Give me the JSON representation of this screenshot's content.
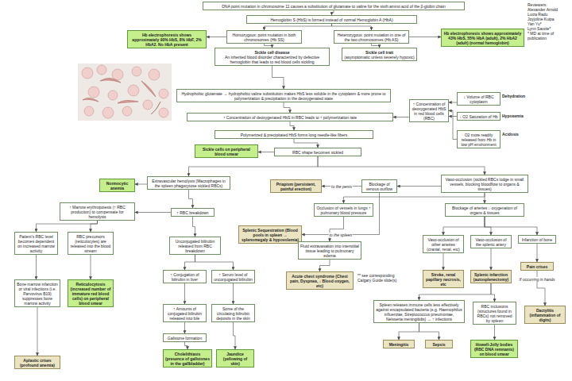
{
  "diagram": {
    "nodes": [
      {
        "text": [
          "DNA point mutation in chromosome 11 causes a substitution of glutamate to valine for the sixth amino acid of the β-globin chain"
        ]
      },
      {
        "text": [
          "Hemoglobin S (HbS) is formed instead of normal Hemoglobin A (HbA)"
        ]
      },
      {
        "text": [
          "Hb electrophoresis shows approximately 90% HbS, 8% HbF, 2% HbA2. No HbA present"
        ]
      },
      {
        "text": [
          "Homozygous: point mutation in both chromosomes (Hb SS)"
        ]
      },
      {
        "text": [
          "Heterozygous: point mutation in one of the two chromosomes (Hb AS)"
        ]
      },
      {
        "text": [
          "Hb electrophoresis shows approximately 43% HbS, 55% HbA (adult), 2% HbA2 (adult) (normal hemoglobin)"
        ]
      },
      {
        "text": [
          "Sickle cell disease",
          "An inherited blood disorder characterized by defective hemoglobin that leads to red blood cells sickling"
        ]
      },
      {
        "text": [
          "Sickle cell trait",
          "(asymptomatic unless severely hypoxic)"
        ]
      },
      {
        "text": [
          "Hydrophobic glutamate → hydrophobic valine substitution makes HbS less soluble in the cytoplasm & more prone to polymerization & precipitation in the deoxygenated state"
        ]
      },
      {
        "text": [
          "Dehydration",
          "↓ Volume of RBC cytoplasm"
        ]
      },
      {
        "text": [
          "↑ Concentration of deoxygenated HbS in red blood cells (RBC)"
        ]
      },
      {
        "text": [
          "Hypoxemia",
          "↓ O2 Saturation of Hb"
        ]
      },
      {
        "text": [
          "↑ Concentration of deoxygenated HbS in RBC leads to ↑ polymerization rate"
        ]
      },
      {
        "text": [
          "Acidosis",
          "O2 more readily released from Hb in low pH environment"
        ]
      },
      {
        "text": [
          "Polymerized & precipitated HbS forms long needle-like fibers"
        ]
      },
      {
        "text": [
          "Sickle cells on peripheral blood smear"
        ]
      },
      {
        "text": [
          "RBC shape becomes sickled"
        ]
      },
      {
        "text": [
          "Normocytic anemia"
        ]
      },
      {
        "text": [
          "Extravascular hemolysis (Macrophages in the spleen phagocytose sickled RBCs)"
        ]
      },
      {
        "text": [
          "Priapism (persistent, painful erection)"
        ]
      },
      {
        "text": [
          "Blockage of venous outflow"
        ]
      },
      {
        "text": [
          "Vaso-occlusion (sickled RBCs lodge in small vessels, blocking bloodflow to organs & tissues)"
        ]
      },
      {
        "text": [
          "Occlusion of vessels in lungs ↑ pulmonary blood pressure"
        ]
      },
      {
        "text": [
          "Blockage of arteries ↓ oxygenation of organs & tissues"
        ]
      },
      {
        "text": [
          "↑ Marrow erythropoiesis (↑ RBC production) to compensate for hemolysis"
        ]
      },
      {
        "text": [
          "↑ RBC breakdown"
        ]
      },
      {
        "text": [
          "Splenic Sequestration (Blood pools in spleen → splenomegaly & hypovolemia)"
        ]
      },
      {
        "text": [
          "Patient's RBC level becomes dependent on increased marrow activity"
        ]
      },
      {
        "text": [
          "RBC precursors (reticulocytes) are released into the blood stream"
        ]
      },
      {
        "text": [
          "Unconjugated bilirubin released from RBC breakdown"
        ]
      },
      {
        "text": [
          "Fluid extravasation into interstitial tissue leading to pulmonary edema"
        ]
      },
      {
        "text": [
          "Vaso-occlusion of other arteries (cranial, renal, etc)"
        ]
      },
      {
        "text": [
          "Vaso-occlusion of the splenic artery"
        ]
      },
      {
        "text": [
          "Infarction of bone"
        ]
      },
      {
        "text": [
          "Pain crises"
        ]
      },
      {
        "text": [
          "↑ Conjugation of bilirubin in liver"
        ]
      },
      {
        "text": [
          "↑ Serum level of unconjugated bilirubin"
        ]
      },
      {
        "text": [
          "Acute chest syndrome (Chest pain, Dyspnea, ↓ Blood oxygen, etc)"
        ]
      },
      {
        "text": [
          "Stroke, renal papillary necrosis, etc"
        ]
      },
      {
        "text": [
          "Splenic infarction (autosplenectomy)"
        ]
      },
      {
        "text": [
          "Bone marrow infarction or viral infections (i.e. Parvovirus B19) suppresses bone marrow activity"
        ]
      },
      {
        "text": [
          "Reticulocytosis (increased number of immature red blood cells) on peripheral blood smear"
        ]
      },
      {
        "text": [
          "↑ Amounts of conjugated bilirubin released into bile"
        ]
      },
      {
        "text": [
          "Some of the circulating bilirubin deposits in the skin"
        ]
      },
      {
        "text": [
          "Spleen releases immune cells less effectively against encapsulated bacteria (e.g. Haemophilus influenzae, Streptococcus pneumoniae, Neisseria meningitidis) → ↑ infections"
        ]
      },
      {
        "text": [
          "RBC inclusions (structures found in RBCs) not removed by spleen"
        ]
      },
      {
        "text": [
          "Dactylitis (inflammation of digits)"
        ]
      },
      {
        "text": [
          "Gallstone formation"
        ]
      },
      {
        "text": [
          "Cholelithiasis (presence of gallstones in the gallbladder)"
        ]
      },
      {
        "text": [
          "Jaundice (yellowing of skin)"
        ]
      },
      {
        "text": [
          "Meningitis"
        ]
      },
      {
        "text": [
          "Sepsis"
        ]
      },
      {
        "text": [
          "Howell-Jolly bodies (RBC DNA remnants) on blood smear"
        ]
      },
      {
        "text": [
          "Aplastic crises (profound anemia)"
        ]
      }
    ],
    "edges": [
      {
        "from": 0,
        "to": 1,
        "arrow": "to"
      },
      {
        "from": 1,
        "to": 3,
        "arrow": "to"
      },
      {
        "from": 1,
        "to": 4,
        "arrow": "to"
      },
      {
        "from": 3,
        "to": 2,
        "arrow": "to"
      },
      {
        "from": 4,
        "to": 5,
        "arrow": "to"
      },
      {
        "from": 3,
        "to": 6,
        "arrow": "to"
      },
      {
        "from": 4,
        "to": 7,
        "arrow": "to"
      },
      {
        "from": 6,
        "to": 8,
        "arrow": "to"
      },
      {
        "from": 8,
        "to": 12,
        "arrow": "to"
      },
      {
        "from": 9,
        "to": 10,
        "arrow": "to"
      },
      {
        "from": 11,
        "to": 10,
        "arrow": "to"
      },
      {
        "from": 13,
        "to": 10,
        "arrow": "to"
      },
      {
        "from": 10,
        "to": 12,
        "arrow": "to"
      },
      {
        "from": 12,
        "to": 14,
        "arrow": "to"
      },
      {
        "from": 14,
        "to": 16,
        "arrow": "to"
      },
      {
        "from": 16,
        "to": 15,
        "arrow": "to"
      },
      {
        "from": 16,
        "to": 18,
        "arrow": "to"
      },
      {
        "from": 16,
        "to": 21,
        "arrow": "to"
      },
      {
        "from": 18,
        "to": 17,
        "arrow": "to"
      },
      {
        "from": 18,
        "to": 25,
        "arrow": "to"
      },
      {
        "from": 25,
        "to": 24,
        "arrow": "to"
      },
      {
        "from": 25,
        "to": 29,
        "arrow": "to"
      },
      {
        "from": 24,
        "to": 28,
        "arrow": "to"
      },
      {
        "from": 24,
        "to": 27,
        "arrow": "to"
      },
      {
        "from": 28,
        "to": 41,
        "arrow": "to"
      },
      {
        "from": 27,
        "to": 40,
        "arrow": "to"
      },
      {
        "from": 40,
        "to": 53,
        "arrow": "to"
      },
      {
        "from": 29,
        "to": 35,
        "arrow": "to"
      },
      {
        "from": 29,
        "to": 36,
        "arrow": "to"
      },
      {
        "from": 35,
        "to": 42,
        "arrow": "to"
      },
      {
        "from": 42,
        "to": 47,
        "arrow": "to"
      },
      {
        "from": 47,
        "to": 48,
        "arrow": "to"
      },
      {
        "from": 36,
        "to": 43,
        "arrow": "to"
      },
      {
        "from": 43,
        "to": 49,
        "arrow": "to"
      },
      {
        "from": 21,
        "to": 20,
        "arrow": "to"
      },
      {
        "from": 20,
        "to": 19,
        "label": "to the penis",
        "arrow": "to"
      },
      {
        "from": 21,
        "to": 22,
        "arrow": "to"
      },
      {
        "from": 22,
        "to": 30,
        "arrow": "to"
      },
      {
        "from": 30,
        "to": 37,
        "arrow": "to"
      },
      {
        "from": 20,
        "to": 26,
        "label": "to the spleen",
        "arrow": "to"
      },
      {
        "from": 21,
        "to": 23,
        "arrow": "to"
      },
      {
        "from": 23,
        "to": 33,
        "arrow": "to"
      },
      {
        "from": 23,
        "to": 32,
        "arrow": "to"
      },
      {
        "from": 23,
        "to": 31,
        "arrow": "to"
      },
      {
        "from": 33,
        "to": 34,
        "arrow": "to"
      },
      {
        "from": 34,
        "to": 46,
        "label": "If occurring in hands",
        "arrow": "to"
      },
      {
        "from": 32,
        "to": 39,
        "arrow": "to"
      },
      {
        "from": 31,
        "to": 38,
        "arrow": "to"
      },
      {
        "from": 39,
        "to": 45,
        "arrow": "to"
      },
      {
        "from": 39,
        "to": 44,
        "arrow": "to"
      },
      {
        "from": 45,
        "to": 52,
        "arrow": "to"
      },
      {
        "from": 44,
        "to": 51,
        "arrow": "to"
      },
      {
        "from": 44,
        "to": 50,
        "arrow": "to"
      }
    ],
    "labels": [
      "Reviewers:",
      "Alexander Arnold",
      "Luiza Radu",
      "Joyjoline Kuipa",
      "Yan Yu*",
      "Lynn Savoie*",
      "* MD at time of publication",
      "** see corresponding Calgary Guide slide(s)"
    ]
  }
}
